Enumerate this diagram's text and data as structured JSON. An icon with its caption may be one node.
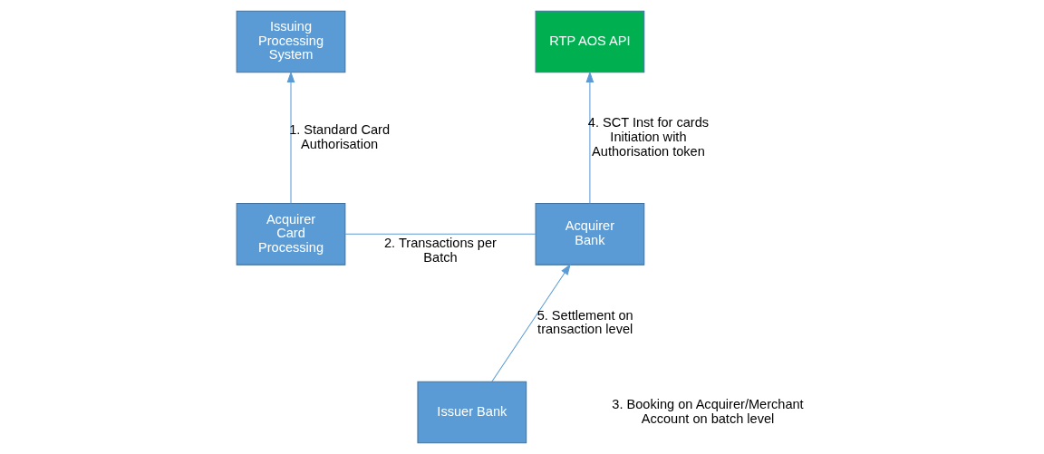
{
  "diagram": {
    "nodes": [
      {
        "text": [
          "Issuing Processing System"
        ]
      },
      {
        "text": [
          "Issuer Bank"
        ]
      },
      {
        "text": [
          "RTP AOS API"
        ]
      },
      {
        "text": [
          "Acquirer Card Processing"
        ]
      },
      {
        "text": [
          "Acquirer Bank"
        ]
      }
    ],
    "edges": [
      {
        "from": 3,
        "to": 0,
        "arrow": "to",
        "label": "1. Standard Card Authorisation"
      },
      {
        "from": 3,
        "to": 4,
        "arrow": "none",
        "label": "2. Transactions per Batch"
      },
      {
        "from": 4,
        "to": 2,
        "arrow": "to",
        "label": "4. SCT Inst for cards Initiation with Authorisation token"
      },
      {
        "from": 1,
        "to": 4,
        "arrow": "to",
        "label": "5. Settlement on transaction level"
      }
    ],
    "labels": [
      "3. Booking on Acquirer/Merchant Account on batch level"
    ]
  }
}
